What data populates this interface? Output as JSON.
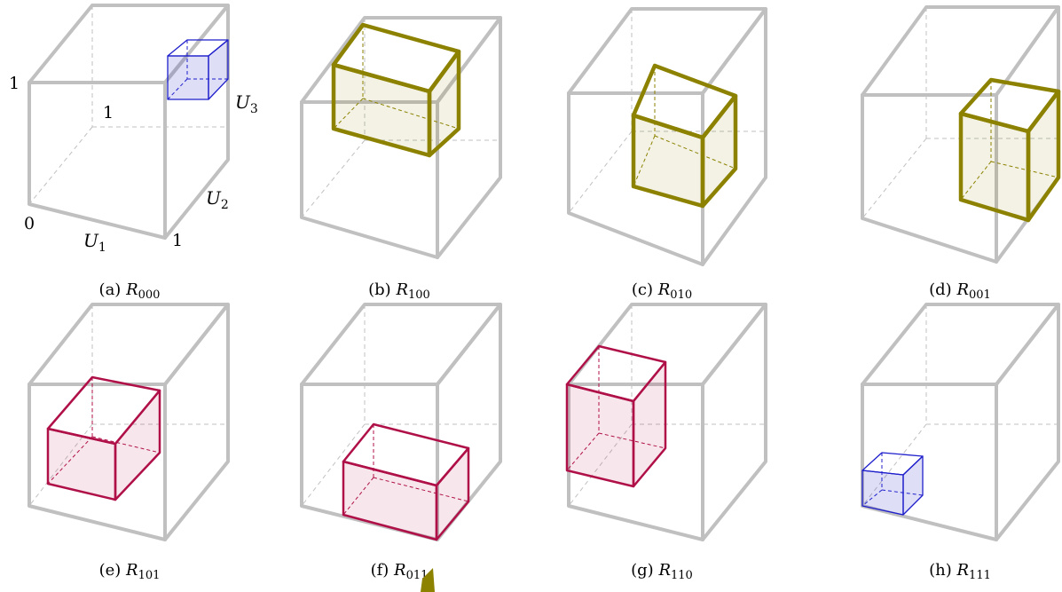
{
  "axes_labels": {
    "u1": "U",
    "u1_sub": "1",
    "u2": "U",
    "u2_sub": "2",
    "u3": "U",
    "u3_sub": "3",
    "origin": "0",
    "one_left": "1",
    "one_back": "1",
    "one_bottom": "1"
  },
  "colors": {
    "outer": "#c0c0c0",
    "blue": "#1f1fcc",
    "olive": "#8c8200",
    "crimson": "#b01048"
  },
  "panels": [
    {
      "letter": "(a)",
      "symbol": "R",
      "sub": "000",
      "color": "blue"
    },
    {
      "letter": "(b)",
      "symbol": "R",
      "sub": "100",
      "color": "olive"
    },
    {
      "letter": "(c)",
      "symbol": "R",
      "sub": "010",
      "color": "olive"
    },
    {
      "letter": "(d)",
      "symbol": "R",
      "sub": "001",
      "color": "olive"
    },
    {
      "letter": "(e)",
      "symbol": "R",
      "sub": "101",
      "color": "crimson"
    },
    {
      "letter": "(f)",
      "symbol": "R",
      "sub": "011",
      "color": "crimson"
    },
    {
      "letter": "(g)",
      "symbol": "R",
      "sub": "110",
      "color": "crimson"
    },
    {
      "letter": "(h)",
      "symbol": "R",
      "sub": "111",
      "color": "blue"
    }
  ]
}
